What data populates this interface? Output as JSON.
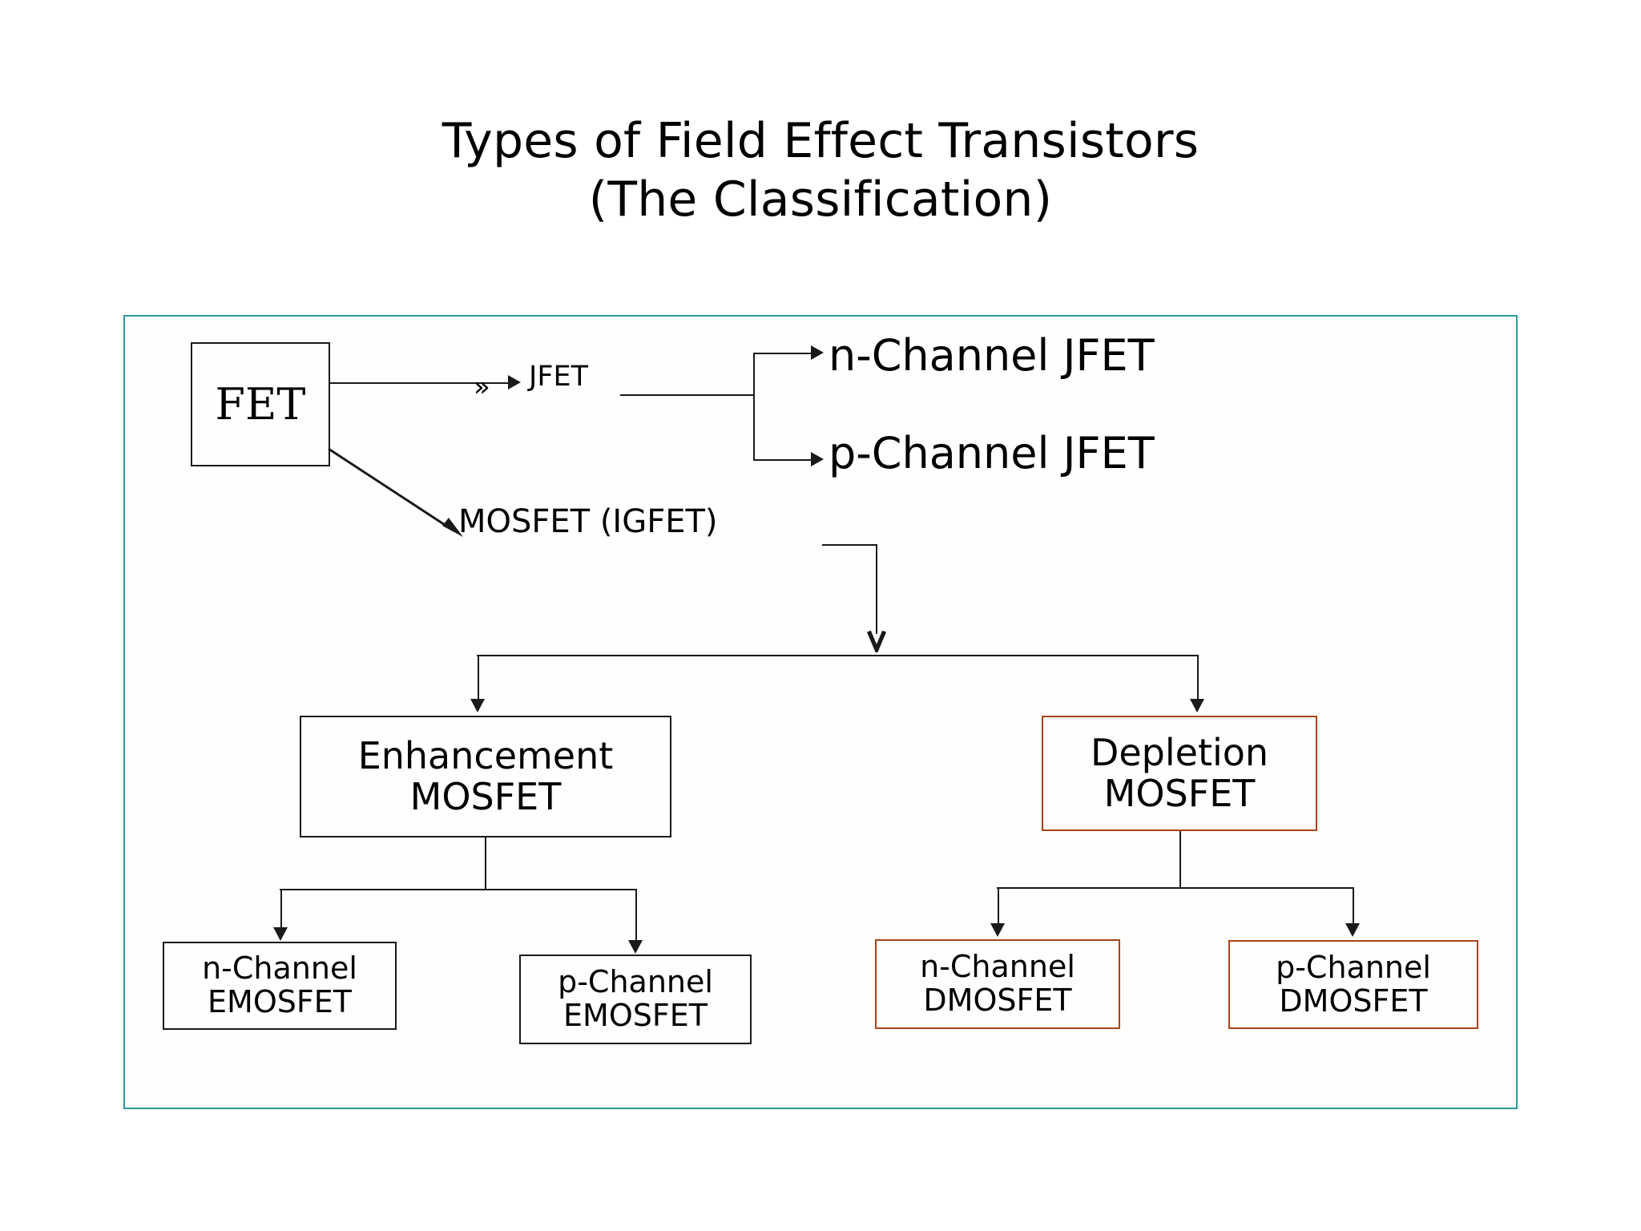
{
  "title": {
    "line1": "Types of Field Effect Transistors",
    "line2": "(The Classification)"
  },
  "colors": {
    "panel_border": "#2e9a97",
    "box_border_black": "#1a1a1a",
    "box_border_orange": "#a8441a",
    "text": "#000000",
    "background": "#ffffff"
  },
  "diagram": {
    "type": "tree",
    "root": {
      "label": "FET"
    },
    "branches": [
      {
        "label": "JFET",
        "marker": "»",
        "children": [
          {
            "label": "n-Channel JFET"
          },
          {
            "label": "p-Channel JFET"
          }
        ]
      },
      {
        "label": "MOSFET (IGFET)",
        "children": [
          {
            "label_line1": "Enhancement",
            "label_line2": "MOSFET",
            "accent": "black",
            "children": [
              {
                "label_line1": "n-Channel",
                "label_line2": "EMOSFET",
                "accent": "black"
              },
              {
                "label_line1": "p-Channel",
                "label_line2": "EMOSFET",
                "accent": "black"
              }
            ]
          },
          {
            "label_line1": "Depletion",
            "label_line2": "MOSFET",
            "accent": "orange",
            "children": [
              {
                "label_line1": "n-Channel",
                "label_line2": "DMOSFET",
                "accent": "orange"
              },
              {
                "label_line1": "p-Channel",
                "label_line2": "DMOSFET",
                "accent": "orange"
              }
            ]
          }
        ]
      }
    ]
  }
}
